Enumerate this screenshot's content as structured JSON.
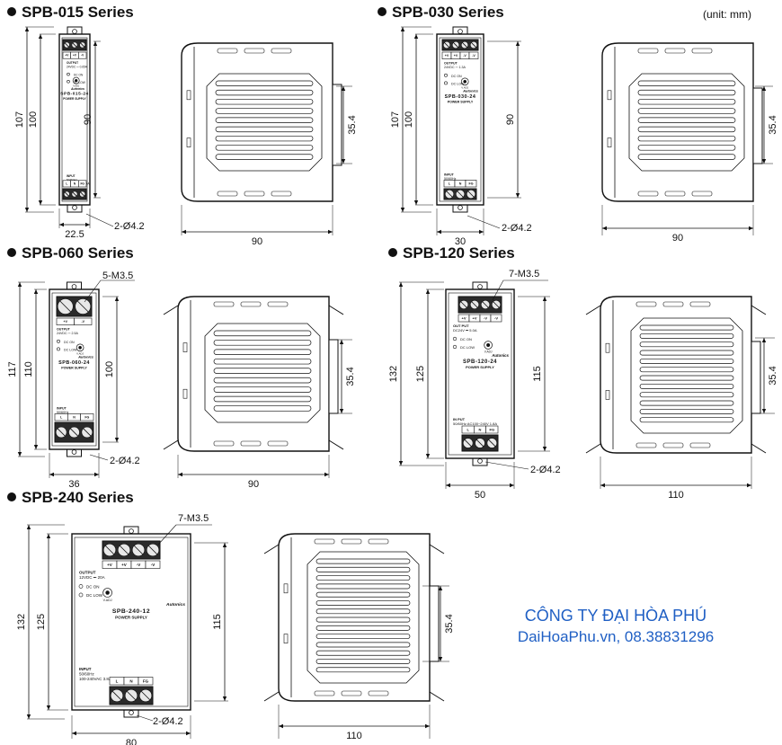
{
  "unit_note": "(unit: mm)",
  "company": {
    "name": "CÔNG TY ĐẠI HÒA PHÚ",
    "website": "DaiHoaPhu.vn, 08.38831296"
  },
  "series": [
    {
      "title": "SPB-015 Series",
      "front": {
        "height_outer": "107",
        "height_body": "100",
        "height_inner": "90",
        "width": "22.5",
        "holes": "2-Ø4.2"
      },
      "side": {
        "width": "90",
        "pitch": "35.4"
      },
      "label": {
        "terminal_out": [
          "+V",
          "+V",
          "-V"
        ],
        "output": "OUTPUT",
        "output_spec": "24VDC ⎓ 0.65A",
        "dc_on": "DC ON",
        "dc_low": "DC LOW",
        "adj": "V.ADJ",
        "brand": "Autonics",
        "model": "SPB-015-24",
        "product": "POWER SUPPLY",
        "input": "INPUT",
        "input_freq": "50/60Hz",
        "input_spec": "100-240VAC 0.4A",
        "terminal_in": [
          "L",
          "N",
          "FG"
        ]
      }
    },
    {
      "title": "SPB-030 Series",
      "front": {
        "height_outer": "107",
        "height_body": "100",
        "height_inner": "90",
        "width": "30",
        "holes": "2-Ø4.2"
      },
      "side": {
        "width": "90",
        "pitch": "35.4"
      },
      "label": {
        "terminal_out": [
          "+V",
          "+V",
          "-V",
          "-V"
        ],
        "output": "OUTPUT",
        "output_spec": "24VDC ⎓ 1.3A",
        "dc_on": "DC ON",
        "dc_low": "DC LOW",
        "adj": "V.ADJ",
        "brand": "Autonics",
        "model": "SPB-030-24",
        "product": "POWER SUPPLY",
        "input": "INPUT",
        "input_freq": "50/60Hz",
        "input_spec": "100-240VAC 0.8A",
        "terminal_in": [
          "L",
          "N",
          "FG"
        ]
      }
    },
    {
      "title": "SPB-060 Series",
      "front": {
        "height_outer": "117",
        "height_body": "110",
        "height_inner": "100",
        "width": "36",
        "holes": "2-Ø4.2",
        "screws": "5-M3.5"
      },
      "side": {
        "width": "90",
        "pitch": "35.4"
      },
      "label": {
        "terminal_out": [
          "+V",
          "-V"
        ],
        "output": "OUTPUT",
        "output_spec": "24VDC ⎓ 2.5A",
        "dc_on": "DC ON",
        "dc_low": "DC LOW",
        "adj": "V.ADJ",
        "brand": "Autonics",
        "model": "SPB-060-24",
        "product": "POWER SUPPLY",
        "input": "INPUT",
        "input_freq": "50/60Hz",
        "input_spec": "100-240VAC 1.2A",
        "terminal_in": [
          "L",
          "N",
          "FG"
        ]
      }
    },
    {
      "title": "SPB-120 Series",
      "front": {
        "height_outer": "132",
        "height_body": "125",
        "height_inner": "115",
        "width": "50",
        "holes": "2-Ø4.2",
        "screws": "7-M3.5"
      },
      "side": {
        "width": "110",
        "pitch": "35.4"
      },
      "label": {
        "terminal_out": [
          "+V",
          "+V",
          "-V",
          "-V"
        ],
        "output": "OUT PUT",
        "output_spec": "DC24V ⎓ 5.0A",
        "dc_on": "DC ON",
        "dc_low": "DC LOW",
        "adj": "V.ADJ",
        "brand": "Autonics",
        "model": "SPB-120-24",
        "product": "POWER SUPPLY",
        "input": "IN PUT",
        "input_freq": "",
        "input_spec": "50/60Hz AC100~240V 1.8A",
        "terminal_in": [
          "L",
          "N",
          "FG"
        ]
      }
    },
    {
      "title": "SPB-240 Series",
      "front": {
        "height_outer": "132",
        "height_body": "125",
        "height_inner": "115",
        "width": "80",
        "holes": "2-Ø4.2",
        "screws": "7-M3.5"
      },
      "side": {
        "width": "110",
        "pitch": "35.4"
      },
      "label": {
        "terminal_out": [
          "+V",
          "+V",
          "-V",
          "-V"
        ],
        "output": "OUTPUT",
        "output_spec": "12VDC ⎓ 20A",
        "dc_on": "DC ON",
        "dc_low": "DC LOW",
        "adj": "V.ADJ",
        "brand": "Autonics",
        "model": "SPB-240-12",
        "product": "POWER SUPPLY",
        "input": "INPUT",
        "input_freq": "50/60Hz",
        "input_spec": "100-240VAC 3.8A",
        "terminal_in": [
          "L",
          "N",
          "FG"
        ]
      }
    }
  ]
}
